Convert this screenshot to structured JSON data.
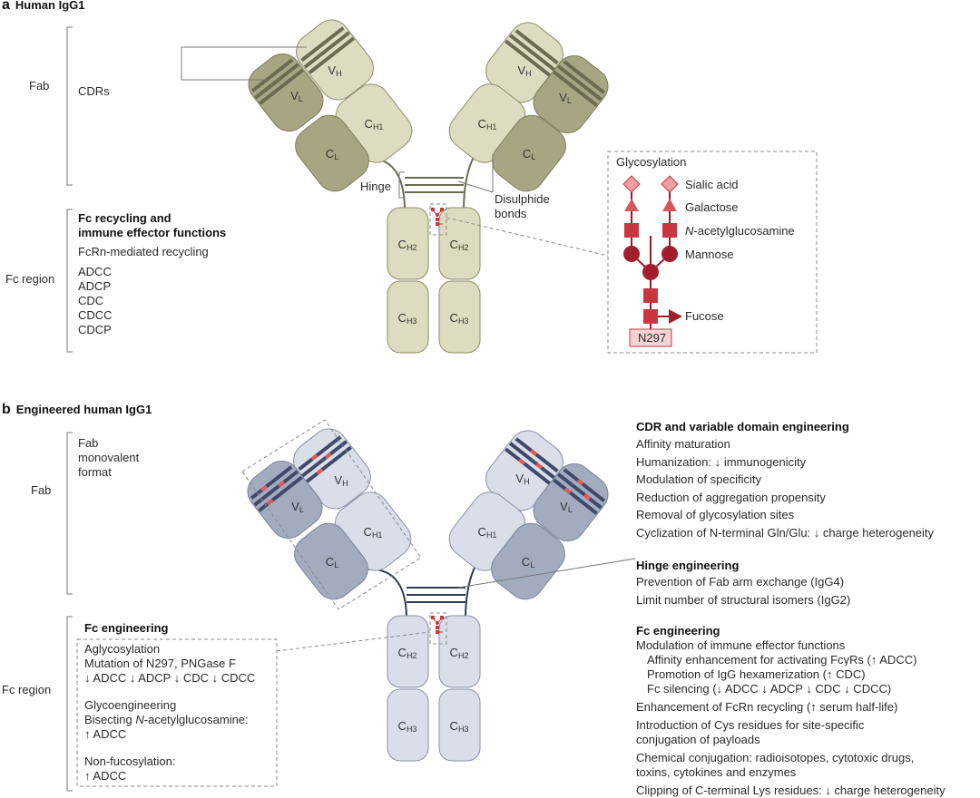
{
  "panel_a": {
    "letter": "a",
    "title": "Human IgG1",
    "fab": "Fab",
    "cdrs": "CDRs",
    "hinge": "Hinge",
    "disulphide_1": "Disulphide",
    "disulphide_2": "bonds",
    "fc_heading_1": "Fc recycling and",
    "fc_heading_2": "immune effector functions",
    "fcrn": "FcRn-mediated recycling",
    "functions": [
      "ADCC",
      "ADCP",
      "CDC",
      "CDCC",
      "CDCP"
    ],
    "fc_region": "Fc region",
    "glyco": {
      "title": "Glycosylation",
      "sialic": "Sialic acid",
      "galactose": "Galactose",
      "glcnac_italic": "N",
      "glcnac_rest": "-acetylglucosamine",
      "mannose": "Mannose",
      "fucose": "Fucose",
      "site": "N297"
    }
  },
  "panel_b": {
    "letter": "b",
    "title": "Engineered human IgG1",
    "fab": "Fab",
    "monovalent": [
      "Fab",
      "monovalent",
      "format"
    ],
    "fc_region": "Fc region",
    "left_fc": {
      "heading": "Fc engineering",
      "agly_1": "Aglycosylation",
      "agly_2": "Mutation of N297, PNGase F",
      "agly_3": "↓ ADCC ↓ ADCP ↓ CDC ↓ CDCC",
      "glyco_1": "Glycoengineering",
      "glyco_2_pre": "Bisecting ",
      "glyco_2_it": "N",
      "glyco_2_post": "-acetylglucosamine:",
      "glyco_3": "↑ ADCC",
      "nonfuc_1": "Non-fucosylation:",
      "nonfuc_2": "↑ ADCC"
    },
    "cdr": {
      "heading": "CDR and variable domain engineering",
      "items": [
        "Affinity maturation",
        "Humanization: ↓ immunogenicity",
        "Modulation of specificity",
        "Reduction of aggregation propensity",
        "Removal of glycosylation sites",
        "Cyclization of N-terminal Gln/Glu: ↓ charge heterogeneity"
      ]
    },
    "hinge": {
      "heading": "Hinge engineering",
      "items": [
        "Prevention of Fab arm exchange (IgG4)",
        "Limit number of structural isomers (IgG2)"
      ]
    },
    "fc": {
      "heading": "Fc engineering",
      "modulation": "Modulation of immune effector functions",
      "sub": [
        "Affinity enhancement for activating FcγRs (↑ ADCC)",
        "Promotion of IgG hexamerization (↑ CDC)",
        "Fc silencing (↓ ADCC ↓ ADCP ↓ CDC ↓ CDCC)"
      ],
      "fcrn": "Enhancement of FcRn recycling (↑ serum half-life)",
      "cys_1": "Introduction of Cys residues for site-specific",
      "cys_2": "conjugation of payloads",
      "chem_1": "Chemical conjugation: radioisotopes, cytotoxic drugs,",
      "chem_2": "toxins, cytokines and enzymes",
      "lys": "Clipping of C-terminal Lys residues: ↓ charge heterogeneity"
    }
  },
  "domains": {
    "vh": "V",
    "vh_sub": "H",
    "vl": "V",
    "vl_sub": "L",
    "ch1": "C",
    "ch1_sub": "H1",
    "cl": "C",
    "cl_sub": "L",
    "ch2": "C",
    "ch2_sub": "H2",
    "ch3": "C",
    "ch3_sub": "H3"
  },
  "colors": {
    "a_light": "#dedcc0",
    "a_dark": "#a8a682",
    "b_light": "#d9dee8",
    "b_dark": "#a3abbe",
    "glycan": "#c8363f",
    "sialic": "#ee9fa0",
    "cdr_stripe_a": "#6b6a52",
    "cdr_stripe_b": "#3f4a68",
    "cdr_mut": "#e05a5a"
  }
}
